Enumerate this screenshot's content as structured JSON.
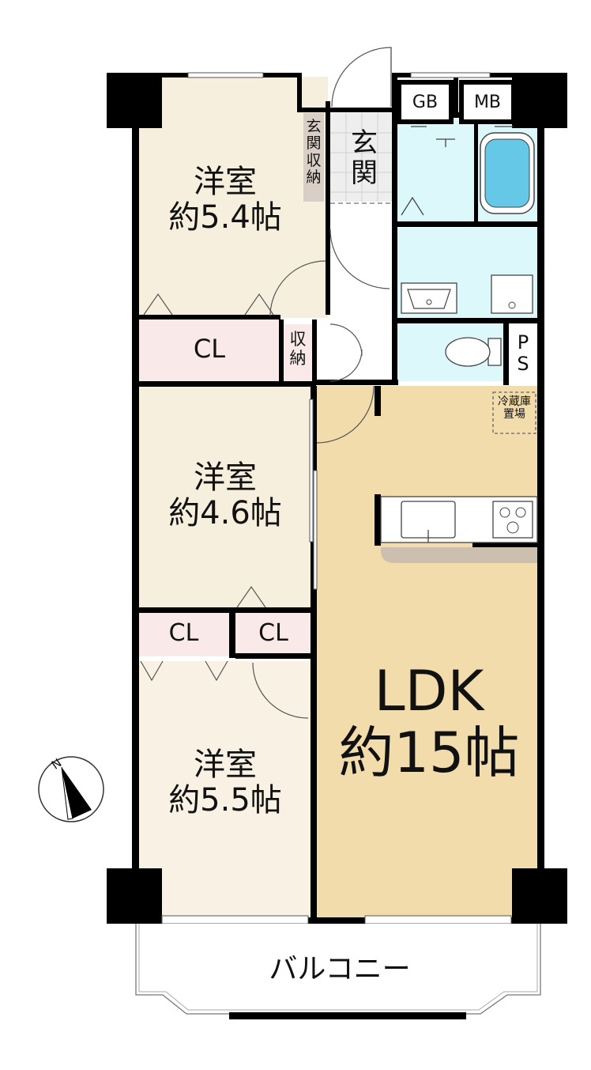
{
  "rooms": {
    "western_top": {
      "name": "洋室",
      "size": "約5.4帖"
    },
    "western_mid": {
      "name": "洋室",
      "size": "約4.6帖"
    },
    "western_bottom": {
      "name": "洋室",
      "size": "約5.5帖"
    },
    "ldk": {
      "name": "LDK",
      "size": "約15帖"
    }
  },
  "labels": {
    "closet": "CL",
    "entrance": "玄関",
    "entrance_storage": "玄関収納",
    "storage": "収納",
    "gas_box": "GB",
    "meter_box": "MB",
    "pipe_space": "PS",
    "fridge_space": "冷蔵庫置場",
    "balcony": "バルコニー",
    "north": "N"
  },
  "colors": {
    "western_room": "#f6efdd",
    "western_room_bottom": "#f8f1e4",
    "ldk_floor": "#f3dcab",
    "closet": "#f9e9e9",
    "wet_area": "#dcf8fa",
    "entrance_tile": "#eeeeee",
    "storage_brown": "#d9cfc6",
    "wall": "#000000"
  }
}
